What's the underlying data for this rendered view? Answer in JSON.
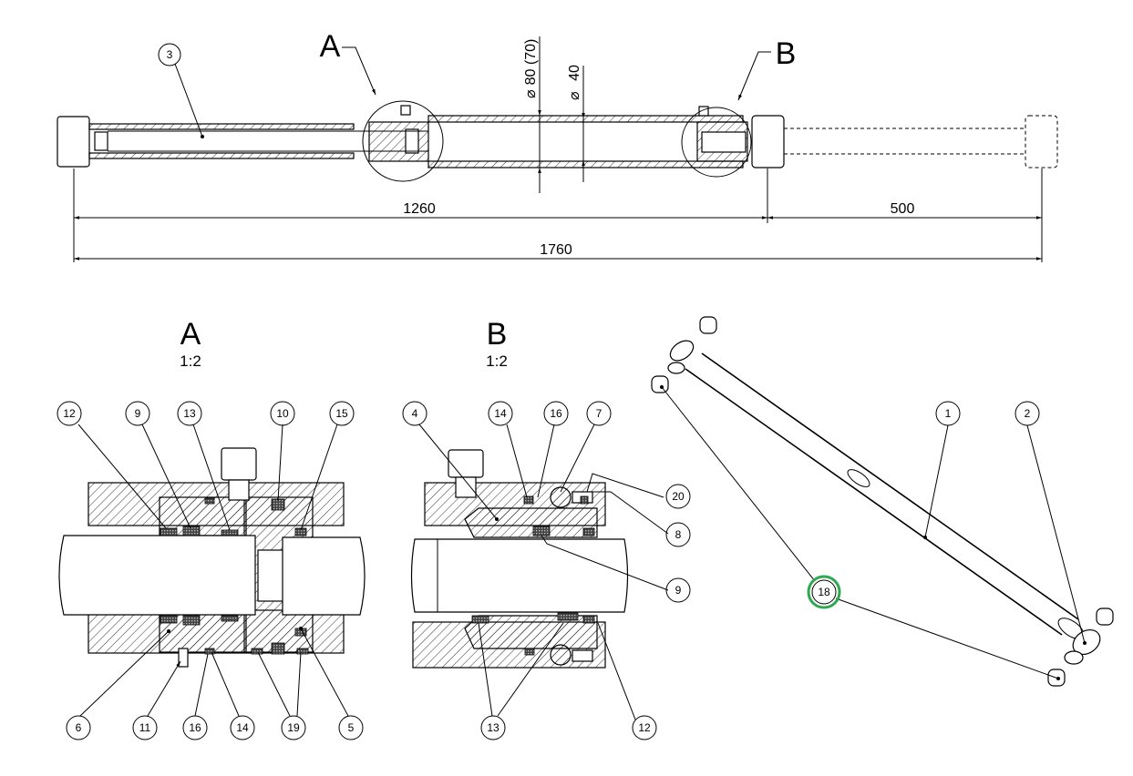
{
  "top_view": {
    "detail_a_label": "A",
    "detail_b_label": "B",
    "bore_dim": "80 (70)",
    "rod_dim": "40",
    "dim_1260": "1260",
    "dim_500": "500",
    "dim_1760": "1760",
    "part_3": "3"
  },
  "detail_a": {
    "title": "A",
    "scale": "1:2",
    "callouts_top": [
      "12",
      "9",
      "13",
      "10",
      "15"
    ],
    "callouts_bottom": [
      "6",
      "11",
      "16",
      "14",
      "19",
      "5"
    ]
  },
  "detail_b": {
    "title": "B",
    "scale": "1:2",
    "callouts_top": [
      "4",
      "14",
      "16",
      "7"
    ],
    "callouts_right": [
      "20",
      "8",
      "9",
      "12"
    ],
    "callout_bottom": "13"
  },
  "iso_view": {
    "callouts": [
      "1",
      "2",
      "18"
    ],
    "highlighted": "18",
    "highlight_color": "#2fa84f"
  }
}
